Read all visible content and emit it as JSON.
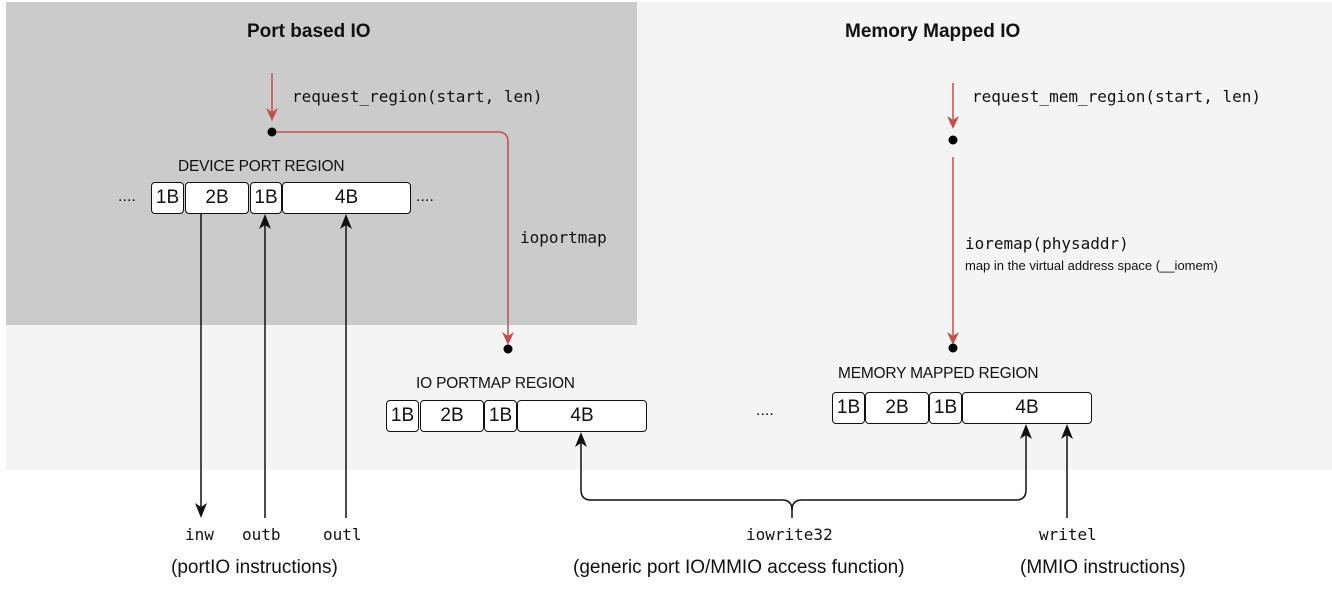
{
  "sections": {
    "port_based": {
      "title": "Port based IO"
    },
    "memory_mapped": {
      "title": "Memory Mapped IO"
    }
  },
  "calls": {
    "request_region": "request_region(start, len)",
    "request_mem_region": "request_mem_region(start, len)",
    "ioportmap": "ioportmap",
    "ioremap": "ioremap(physaddr)",
    "ioremap_note": "map in the virtual address space (__iomem)"
  },
  "regions": {
    "device_port": {
      "label": "DEVICE PORT REGION",
      "cells": [
        "1B",
        "2B",
        "1B",
        "4B"
      ],
      "ellipsis": "...."
    },
    "io_portmap": {
      "label": "IO PORTMAP REGION",
      "cells": [
        "1B",
        "2B",
        "1B",
        "4B"
      ]
    },
    "memory_mapped": {
      "label": "MEMORY MAPPED REGION",
      "cells": [
        "1B",
        "2B",
        "1B",
        "4B"
      ],
      "ellipsis": "...."
    }
  },
  "instructions": {
    "inw": "inw",
    "outb": "outb",
    "outl": "outl",
    "iowrite32": "iowrite32",
    "writel": "writel"
  },
  "captions": {
    "portio": "(portIO instructions)",
    "generic": "(generic port IO/MMIO access function)",
    "mmio": "(MMIO instructions)"
  },
  "colors": {
    "port_panel": "#cbcbcb",
    "mmio_panel": "#f4f4f4",
    "mapping_arrow": "#c0504d",
    "access_arrow": "#111111"
  }
}
